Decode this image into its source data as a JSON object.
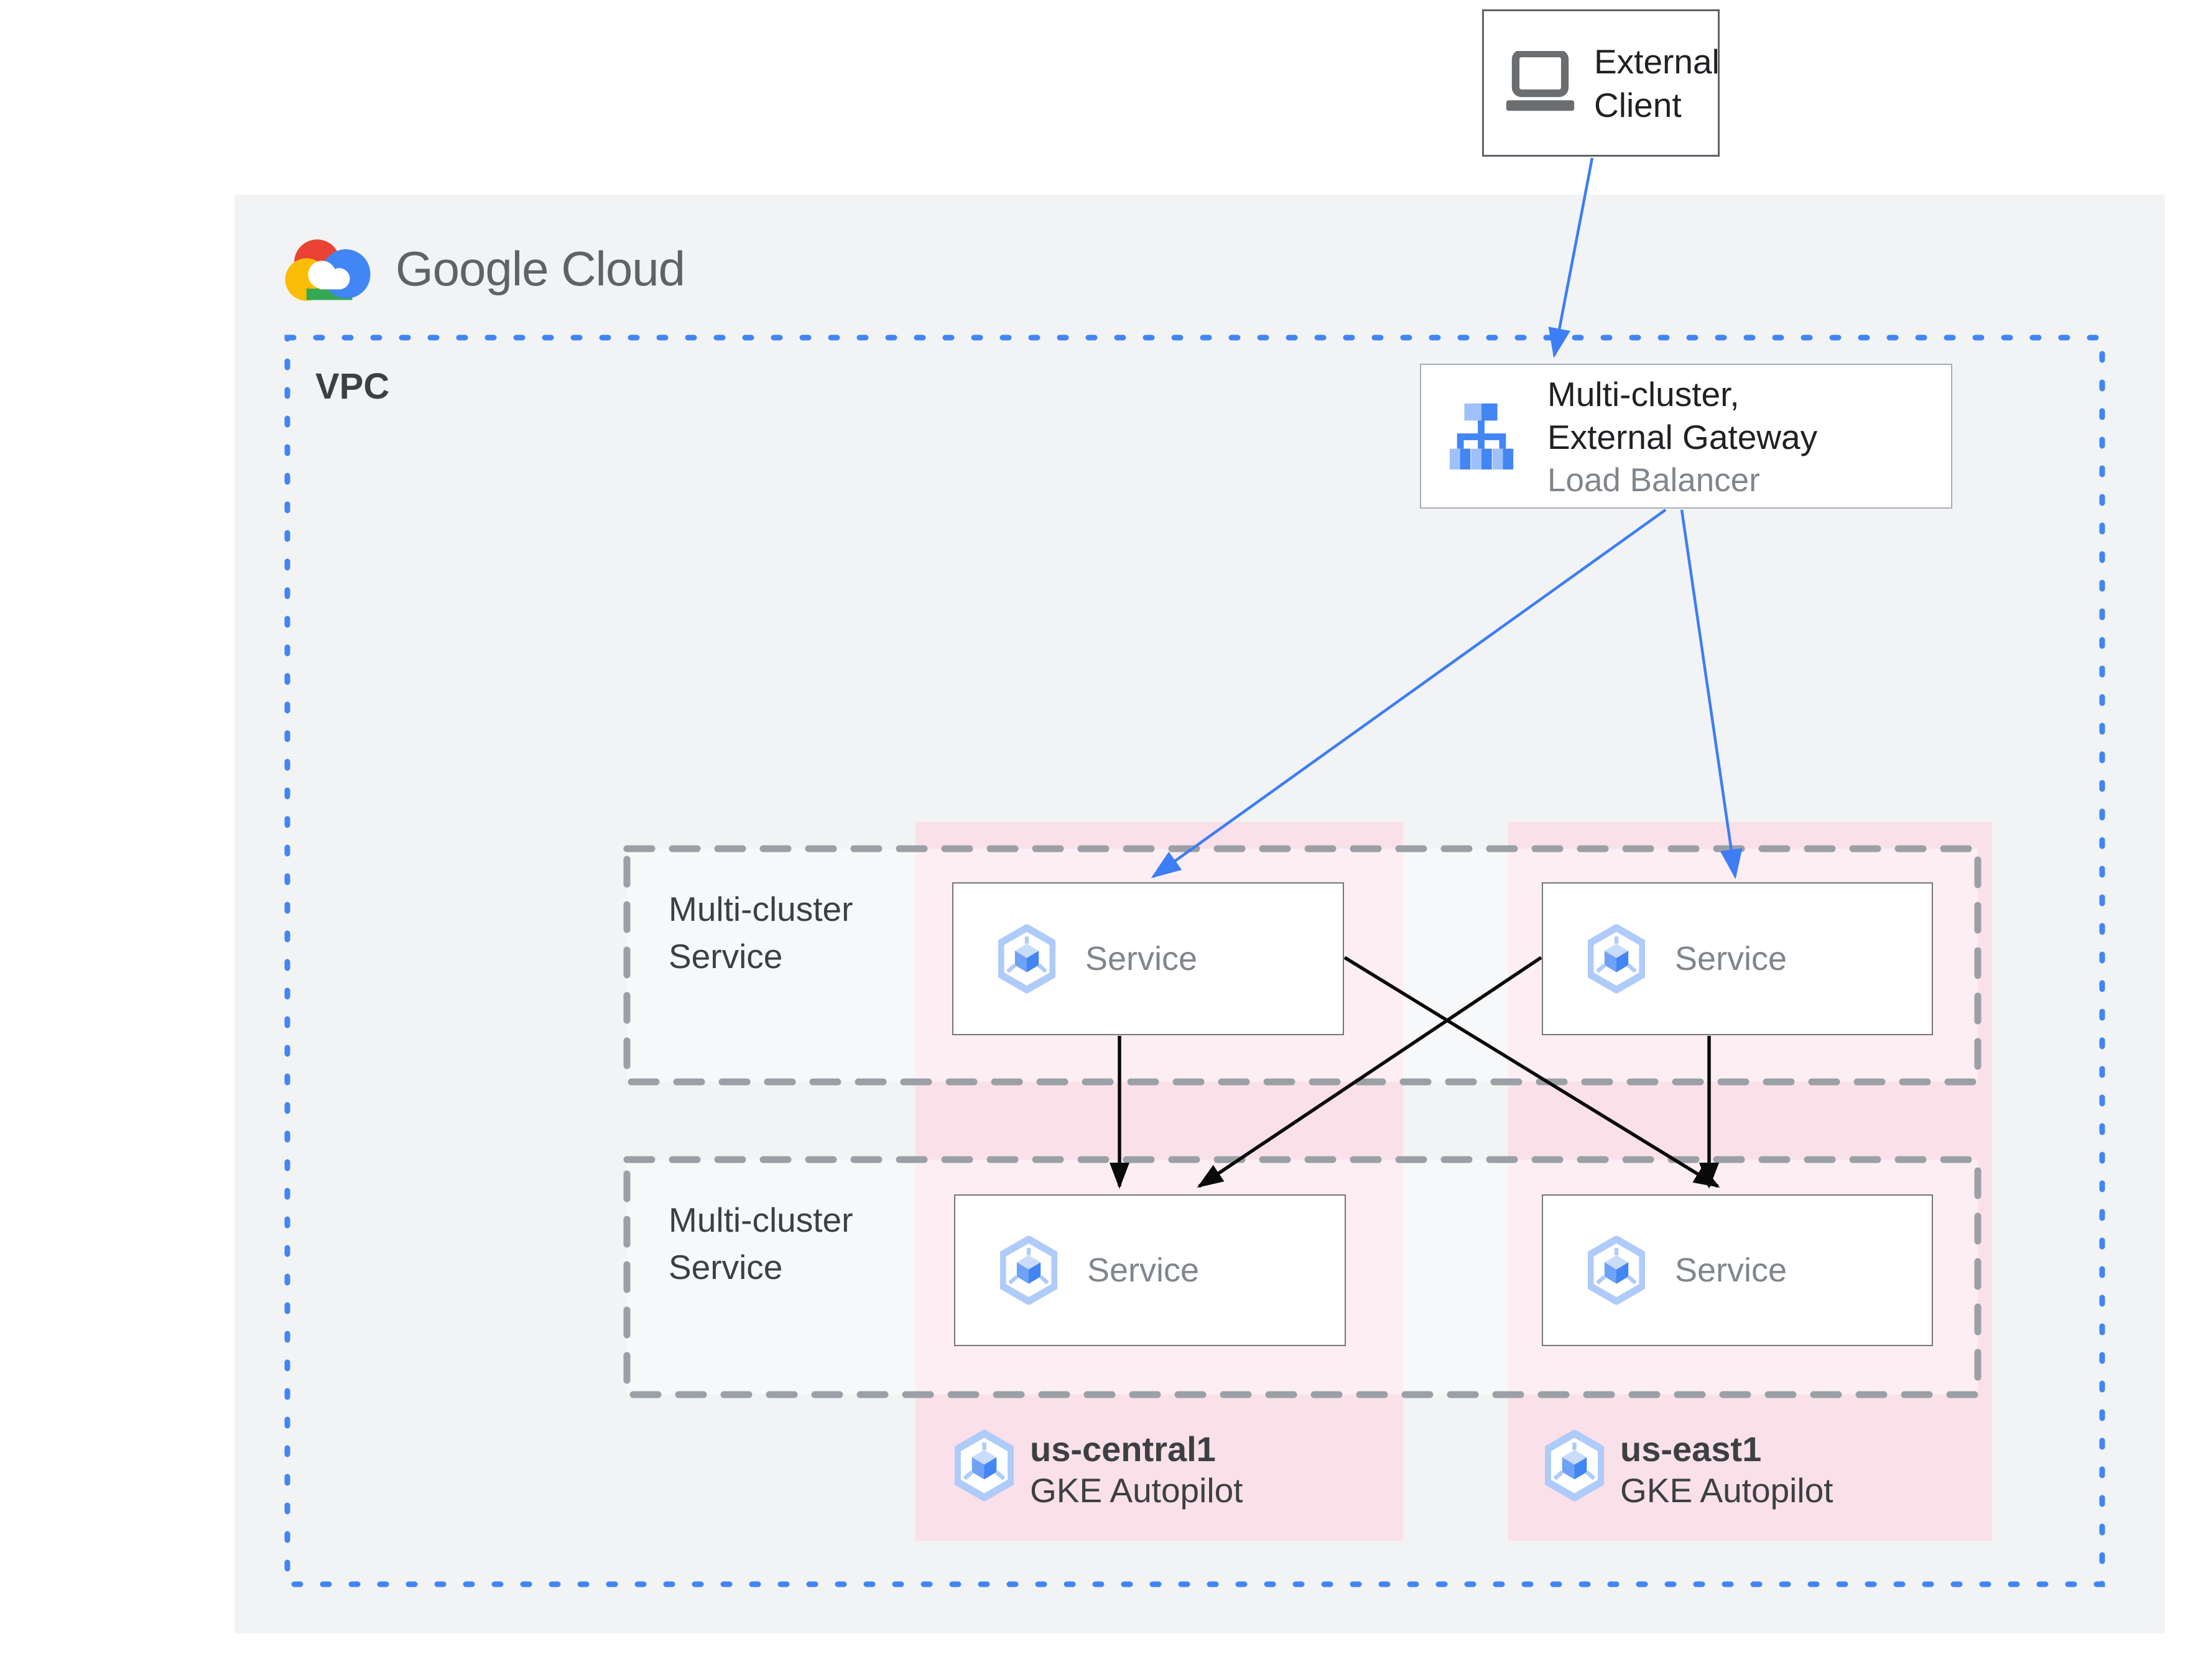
{
  "header": {
    "logo": "Google Cloud"
  },
  "external_client": {
    "line1": "External",
    "line2": "Client"
  },
  "vpc": {
    "label": "VPC"
  },
  "load_balancer": {
    "line1": "Multi-cluster,",
    "line2": "External Gateway",
    "subtitle": "Load Balancer"
  },
  "groups": [
    {
      "line1": "Multi-cluster",
      "line2": "Service"
    },
    {
      "line1": "Multi-cluster",
      "line2": "Service"
    }
  ],
  "services": [
    {
      "label": "Service"
    },
    {
      "label": "Service"
    },
    {
      "label": "Service"
    },
    {
      "label": "Service"
    }
  ],
  "clusters": [
    {
      "region": "us-central1",
      "platform": "GKE Autopilot"
    },
    {
      "region": "us-east1",
      "platform": "GKE Autopilot"
    }
  ],
  "colors": {
    "accent_blue": "#4285F4",
    "panel_gray": "#F1F3F4",
    "cluster_pink": "#FAE0E9",
    "dash_gray": "#9AA0A6",
    "text_dark": "#202124",
    "text_gray": "#5F6368",
    "service_text_gray": "#80868B",
    "logo_red": "#EA4335",
    "logo_yellow": "#FBBC05",
    "logo_green": "#34A853"
  }
}
